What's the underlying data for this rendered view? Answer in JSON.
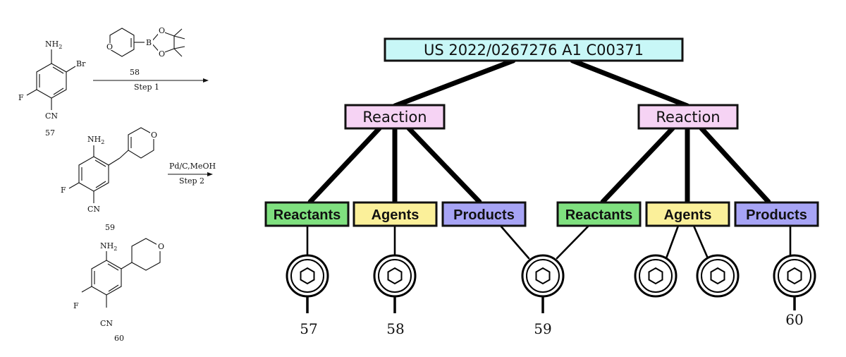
{
  "scheme": {
    "compounds": [
      {
        "id": "57",
        "atoms": {
          "nh2": "NH",
          "nh2_sub": "2",
          "br": "Br",
          "f": "F",
          "cn": "CN"
        }
      },
      {
        "id": "58",
        "atoms": {
          "o_ring": "O",
          "b": "B",
          "o1": "O",
          "o2": "O"
        }
      },
      {
        "id": "59",
        "atoms": {
          "nh2": "NH",
          "nh2_sub": "2",
          "o_ring": "O",
          "f": "F",
          "cn": "CN"
        }
      },
      {
        "id": "60",
        "atoms": {
          "nh2": "NH",
          "nh2_sub": "2",
          "o_ring": "O",
          "f": "F",
          "cn": "CN"
        }
      }
    ],
    "steps": [
      {
        "above": "58",
        "below": "Step 1"
      },
      {
        "above": "Pd/C,MeOH",
        "below": "Step 2"
      }
    ]
  },
  "tree": {
    "root": {
      "label": "US 2022/0267276 A1 C00371",
      "color": "#c8f7f7"
    },
    "reaction_color": "#f6d3f4",
    "reactants_color": "#7fe07f",
    "agents_color": "#fbf09a",
    "products_color": "#a7a4f5",
    "reactions": [
      {
        "label": "Reaction",
        "roles": [
          {
            "label": "Reactants",
            "kind": "reactants"
          },
          {
            "label": "Agents",
            "kind": "agents"
          },
          {
            "label": "Products",
            "kind": "products"
          }
        ]
      },
      {
        "label": "Reaction",
        "roles": [
          {
            "label": "Reactants",
            "kind": "reactants"
          },
          {
            "label": "Agents",
            "kind": "agents"
          },
          {
            "label": "Products",
            "kind": "products"
          }
        ]
      }
    ],
    "molecules": [
      {
        "label": "57",
        "icon": "hexagon-molecule-icon"
      },
      {
        "label": "58",
        "icon": "hexagon-molecule-icon"
      },
      {
        "label": "59",
        "icon": "hexagon-molecule-icon"
      },
      {
        "label": "",
        "icon": "hexagon-molecule-icon"
      },
      {
        "label": "",
        "icon": "hexagon-molecule-icon"
      },
      {
        "label": "60",
        "icon": "hexagon-molecule-icon"
      }
    ]
  }
}
